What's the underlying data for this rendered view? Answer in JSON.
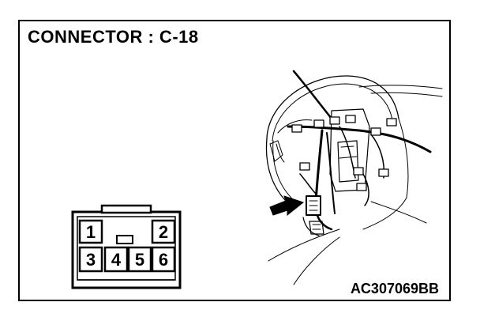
{
  "diagram": {
    "title": "CONNECTOR : C-18",
    "code": "AC307069BB",
    "pins_top": [
      "1",
      "2"
    ],
    "pins_bottom": [
      "3",
      "4",
      "5",
      "6"
    ]
  }
}
